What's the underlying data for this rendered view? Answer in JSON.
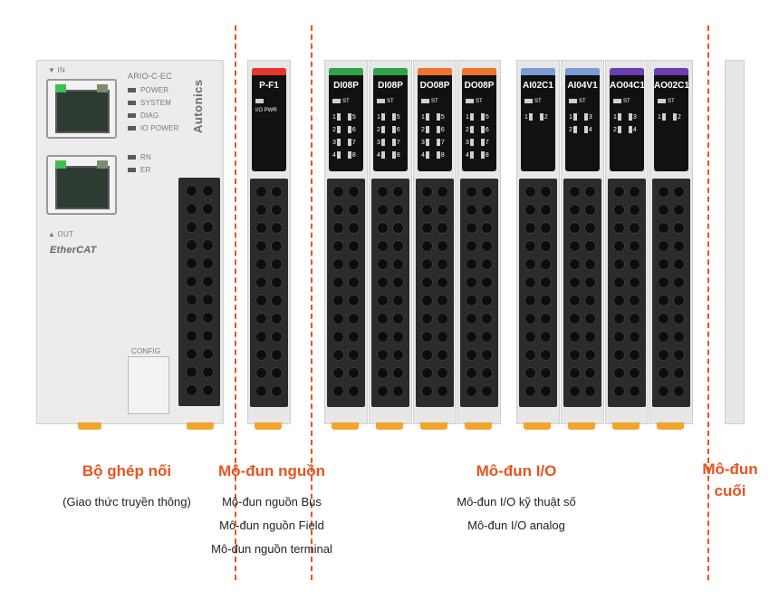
{
  "coupler": {
    "port_in": "▼ IN",
    "port_out": "▲ OUT",
    "model": "ARIO-C-EC",
    "leds": [
      "POWER",
      "SYSTEM",
      "DIAG",
      "IO POWER"
    ],
    "leds2": [
      "RN",
      "ER"
    ],
    "brand": "Autonics",
    "protocol_logo": "EtherCAT",
    "config": "CONFIG"
  },
  "modules": [
    {
      "name": "P-F1",
      "cap": "#e8352c",
      "type": "power",
      "status": "I/O PWR"
    },
    {
      "name": "DI08P",
      "cap": "#2fa447",
      "type": "digital8"
    },
    {
      "name": "DI08P",
      "cap": "#2fa447",
      "type": "digital8"
    },
    {
      "name": "DO08P",
      "cap": "#f0752a",
      "type": "digital8"
    },
    {
      "name": "DO08P",
      "cap": "#f0752a",
      "type": "digital8"
    },
    {
      "name": "AI02C1",
      "cap": "#7b9bd6",
      "type": "analog2"
    },
    {
      "name": "AI04V1",
      "cap": "#7b9bd6",
      "type": "analog4"
    },
    {
      "name": "AO04C1",
      "cap": "#6b3fb5",
      "type": "analog4"
    },
    {
      "name": "AO02C1",
      "cap": "#6b3fb5",
      "type": "analog2"
    }
  ],
  "module_status_label": "ST",
  "categories": {
    "coupler": {
      "title": "Bộ ghép nối",
      "lines": [
        "(Giao thức truyền thông)"
      ]
    },
    "power": {
      "title": "Mô-đun nguồn",
      "lines": [
        "Mô-đun nguồn Bus",
        "Mô-đun nguồn Field",
        "Mô-đun nguồn terminal"
      ]
    },
    "io": {
      "title": "Mô-đun I/O",
      "lines": [
        "Mô-đun I/O kỹ thuật số",
        "Mô-đun I/O analog"
      ]
    },
    "end": {
      "title_1": "Mô-đun",
      "title_2": "cuối"
    }
  },
  "colors": {
    "accent": "#e8541f",
    "foot": "#f0a52d"
  }
}
